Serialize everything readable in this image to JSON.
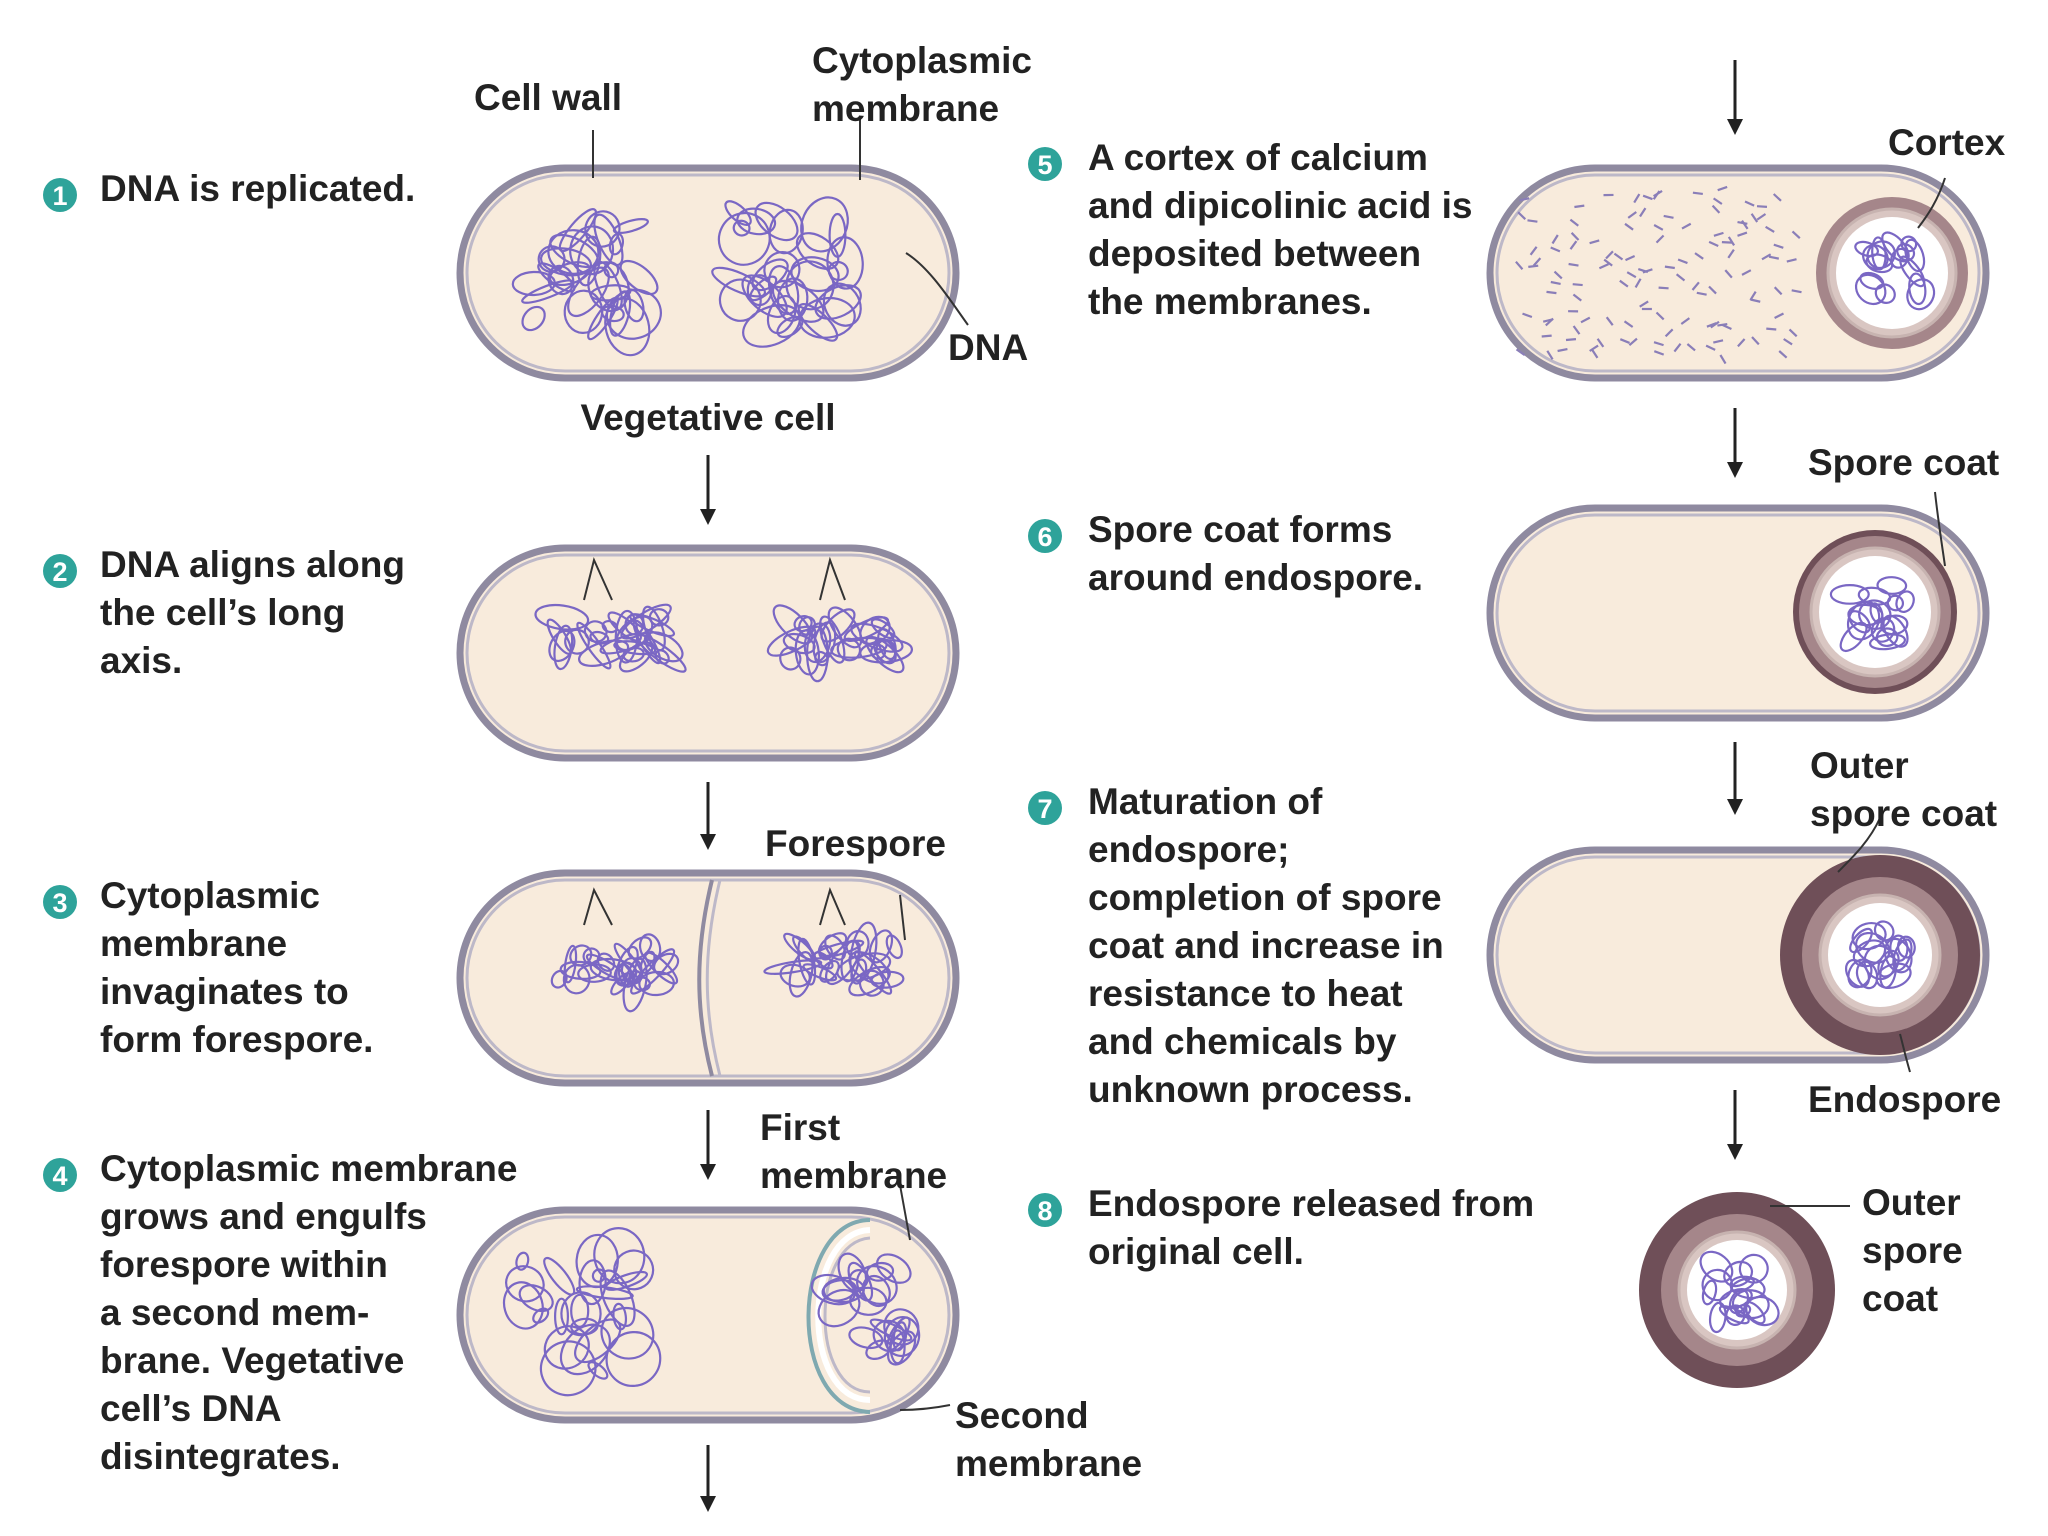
{
  "colors": {
    "cell_fill": "#f8ebdc",
    "cell_outer": "#8f8aa0",
    "cell_inner": "#bdb8c8",
    "dna": "#7a67c4",
    "step_badge": "#2ea39a",
    "cortex": "#a5868a",
    "arrow": "#222222"
  },
  "steps": [
    {
      "num": "1",
      "lines": [
        "DNA is replicated."
      ]
    },
    {
      "num": "2",
      "lines": [
        "DNA aligns along",
        "the cell’s long",
        "axis."
      ]
    },
    {
      "num": "3",
      "lines": [
        "Cytoplasmic",
        "membrane",
        "invaginates to",
        "form forespore."
      ]
    },
    {
      "num": "4",
      "lines": [
        "Cytoplasmic membrane",
        "grows and engulfs",
        "forespore within",
        "a second mem-",
        "brane. Vegetative",
        "cell’s DNA",
        "disintegrates."
      ]
    },
    {
      "num": "5",
      "lines": [
        "A cortex of calcium",
        "and dipicolinic acid is",
        "deposited between",
        "the membranes."
      ]
    },
    {
      "num": "6",
      "lines": [
        "Spore coat forms",
        "around endospore."
      ]
    },
    {
      "num": "7",
      "lines": [
        "Maturation of",
        "endospore;",
        "completion of spore",
        "coat and increase in",
        "resistance to heat",
        "and chemicals by",
        "unknown process."
      ]
    },
    {
      "num": "8",
      "lines": [
        "Endospore released from",
        "original cell."
      ]
    }
  ],
  "labels": {
    "cell_wall": "Cell wall",
    "cytoplasmic_membrane": [
      "Cytoplasmic",
      "membrane"
    ],
    "dna": "DNA",
    "vegetative_cell": "Vegetative cell",
    "forespore": "Forespore",
    "first_membrane": [
      "First",
      "membrane"
    ],
    "second_membrane": [
      "Second",
      "membrane"
    ],
    "cortex": "Cortex",
    "spore_coat": "Spore coat",
    "outer_spore_coat_7": [
      "Outer",
      "spore coat"
    ],
    "endospore": "Endospore",
    "outer_spore_coat_8": [
      "Outer",
      "spore",
      "coat"
    ]
  }
}
